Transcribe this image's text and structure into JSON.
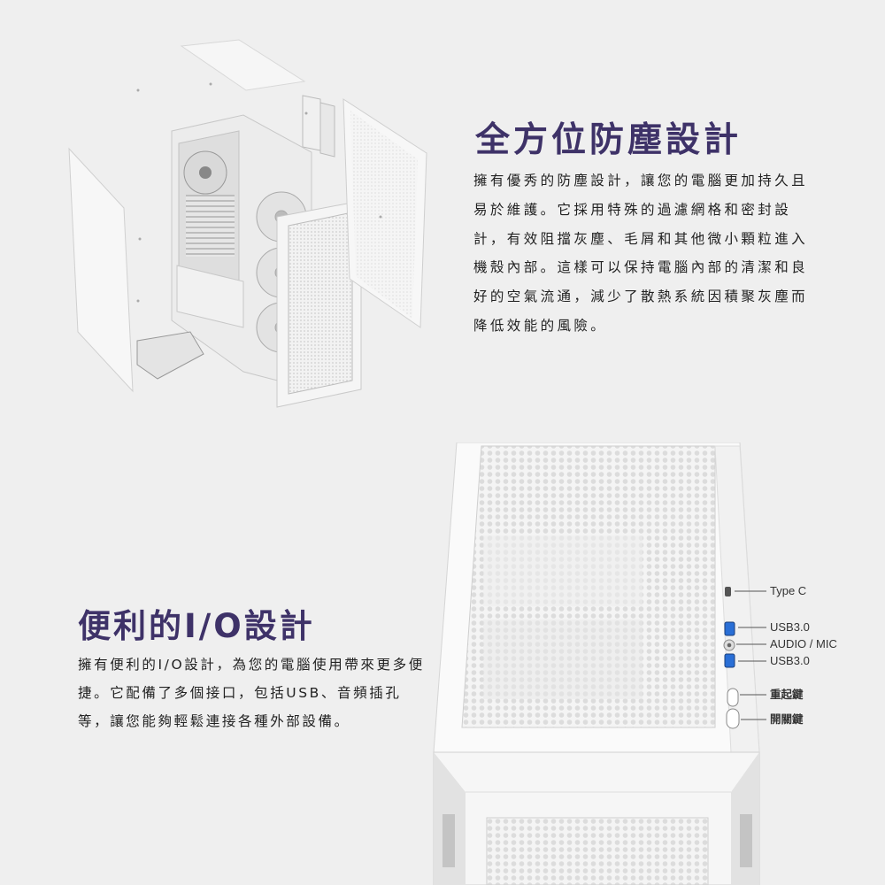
{
  "dust_section": {
    "title": "全方位防塵設計",
    "description": "擁有優秀的防塵設計，讓您的電腦更加持久且易於維護。它採用特殊的過濾網格和密封設計，有效阻擋灰塵、毛屑和其他微小顆粒進入機殼內部。這樣可以保持電腦內部的清潔和良好的空氣流通，減少了散熱系統因積聚灰塵而降低效能的風險。"
  },
  "io_section": {
    "title": "便利的I/O設計",
    "description": "擁有便利的I/O設計，為您的電腦使用帶來更多便捷。它配備了多個接口，包括USB、音頻插孔等，讓您能夠輕鬆連接各種外部設備。",
    "ports": [
      {
        "label": "Type C",
        "icon": "usb-c-port-icon"
      },
      {
        "label": "USB3.0",
        "icon": "usb-a-port-icon"
      },
      {
        "label": "AUDIO / MIC",
        "icon": "audio-jack-icon"
      },
      {
        "label": "USB3.0",
        "icon": "usb-a-port-icon"
      },
      {
        "label": "重起鍵",
        "icon": "reset-button-icon"
      },
      {
        "label": "開關鍵",
        "icon": "power-button-icon"
      }
    ]
  },
  "colors": {
    "background": "#efefef",
    "title": "#3e3268",
    "text": "#222222",
    "usb_blue": "#2a6fd6"
  }
}
